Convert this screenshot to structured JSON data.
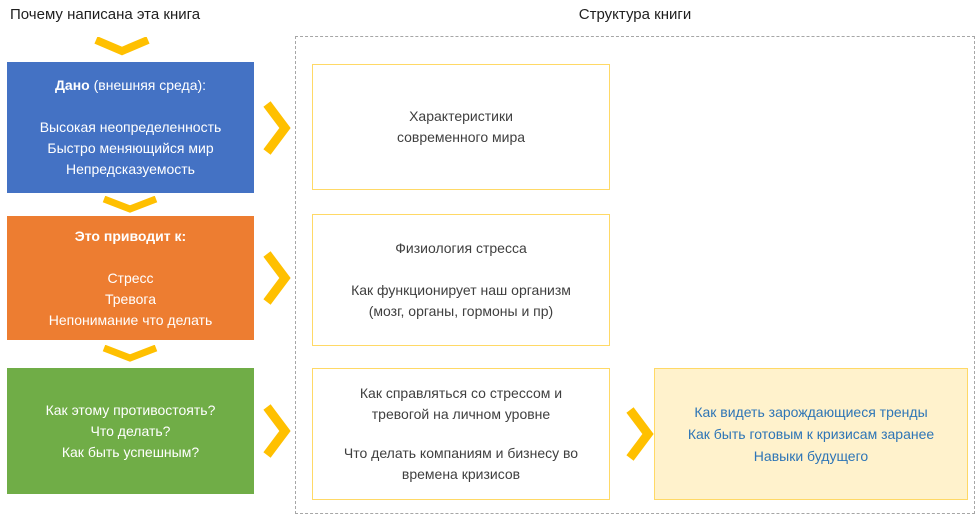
{
  "colors": {
    "blue": "#4472C4",
    "orange": "#ED7D31",
    "green": "#70AD47",
    "yellow": "#FFC000",
    "box-border": "#FFD966",
    "cream": "#FFF2CC",
    "cream-text": "#2E75B6",
    "dash": "#A6A6A6",
    "text": "#3F3F3F"
  },
  "headers": {
    "left": "Почему написана эта книга",
    "right": "Структура книги"
  },
  "left": {
    "boxes": [
      {
        "title_bold": "Дано",
        "title_rest": "(внешняя среда):",
        "lines": [
          "Высокая неопределенность",
          "Быстро меняющийся мир",
          "Непредсказуемость"
        ]
      },
      {
        "title_bold": "Это приводит к:",
        "lines": [
          "Стресс",
          "Тревога",
          "Непонимание что делать"
        ]
      },
      {
        "lines": [
          "Как этому противостоять?",
          "Что делать?",
          "Как быть успешным?"
        ]
      }
    ]
  },
  "right": {
    "box1": {
      "lines": [
        "Характеристики",
        "современного мира"
      ]
    },
    "box2": {
      "paragraphs": [
        "Физиология стресса",
        "Как функционирует наш организм (мозг, органы, гормоны и пр)"
      ]
    },
    "box3": {
      "paragraphs": [
        "Как справляться со стрессом и тревогой на личном уровне",
        "Что делать компаниям и бизнесу во времена кризисов"
      ]
    },
    "future": {
      "lines": [
        "Как видеть зарождающиеся тренды",
        "Как быть готовым к кризисам заранее",
        "Навыки будущего"
      ]
    }
  }
}
